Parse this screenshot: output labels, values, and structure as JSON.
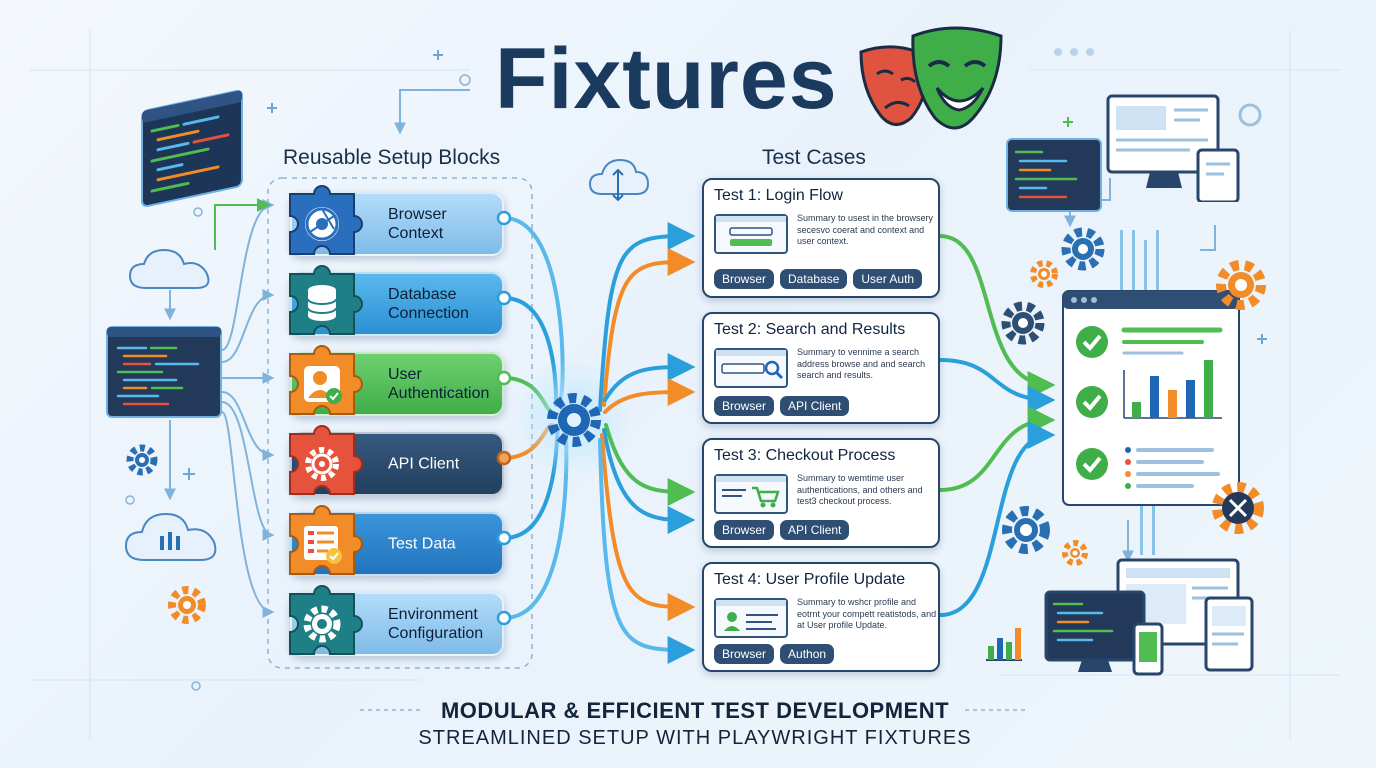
{
  "title": "Fixtures",
  "left_section_title": "Reusable Setup Blocks",
  "right_section_title": "Test Cases",
  "setup_blocks": [
    {
      "label_line1": "Browser",
      "label_line2": "Context",
      "icon": "browser-icon",
      "color": "#8fc4ef"
    },
    {
      "label_line1": "Database",
      "label_line2": "Connection",
      "icon": "database-icon",
      "color": "#2b9fdc"
    },
    {
      "label_line1": "User",
      "label_line2": "Authentication",
      "icon": "user-check-icon",
      "color": "#4fbd52"
    },
    {
      "label_line1": "API Client",
      "label_line2": "",
      "icon": "api-gear-icon",
      "color": "#2a4a73"
    },
    {
      "label_line1": "Test Data",
      "label_line2": "",
      "icon": "test-data-icon",
      "color": "#2a7fc5"
    },
    {
      "label_line1": "Environment",
      "label_line2": "Configuration",
      "icon": "settings-gear-icon",
      "color": "#8dc7ef"
    }
  ],
  "test_cases": [
    {
      "title": "Test 1: Login Flow",
      "description": "Summary to usest in the browsery secesvo coerat and context and user context.",
      "thumb_icon": "login-form-icon",
      "tags": [
        "Browser",
        "Database",
        "User Auth"
      ]
    },
    {
      "title": "Test 2: Search and Results",
      "description": "Summary to vennime a search address browse and and search search and results.",
      "thumb_icon": "search-icon",
      "tags": [
        "Browser",
        "API Client"
      ]
    },
    {
      "title": "Test 3: Checkout Process",
      "description": "Summary to wemtime user authentications, and others and test3 checkout process.",
      "thumb_icon": "cart-icon",
      "tags": [
        "Browser",
        "API Client"
      ]
    },
    {
      "title": "Test 4: User Profile Update",
      "description": "Summary to wshcr profile and eotrnt your compett reatistods, and at User profile Update.",
      "thumb_icon": "profile-icon",
      "tags": [
        "Browser",
        "Authon"
      ]
    }
  ],
  "footer": {
    "headline": "MODULAR & EFFICIENT TEST DEVELOPMENT",
    "subline": "STREAMLINED SETUP WITH PLAYWRIGHT FIXTURES"
  },
  "colors": {
    "navy": "#1a3a5e",
    "blue": "#2b9fdc",
    "green": "#4fbd52",
    "orange": "#f28c28",
    "red": "#e5533d",
    "mask_red": "#e0533f",
    "mask_green": "#3fae49"
  }
}
